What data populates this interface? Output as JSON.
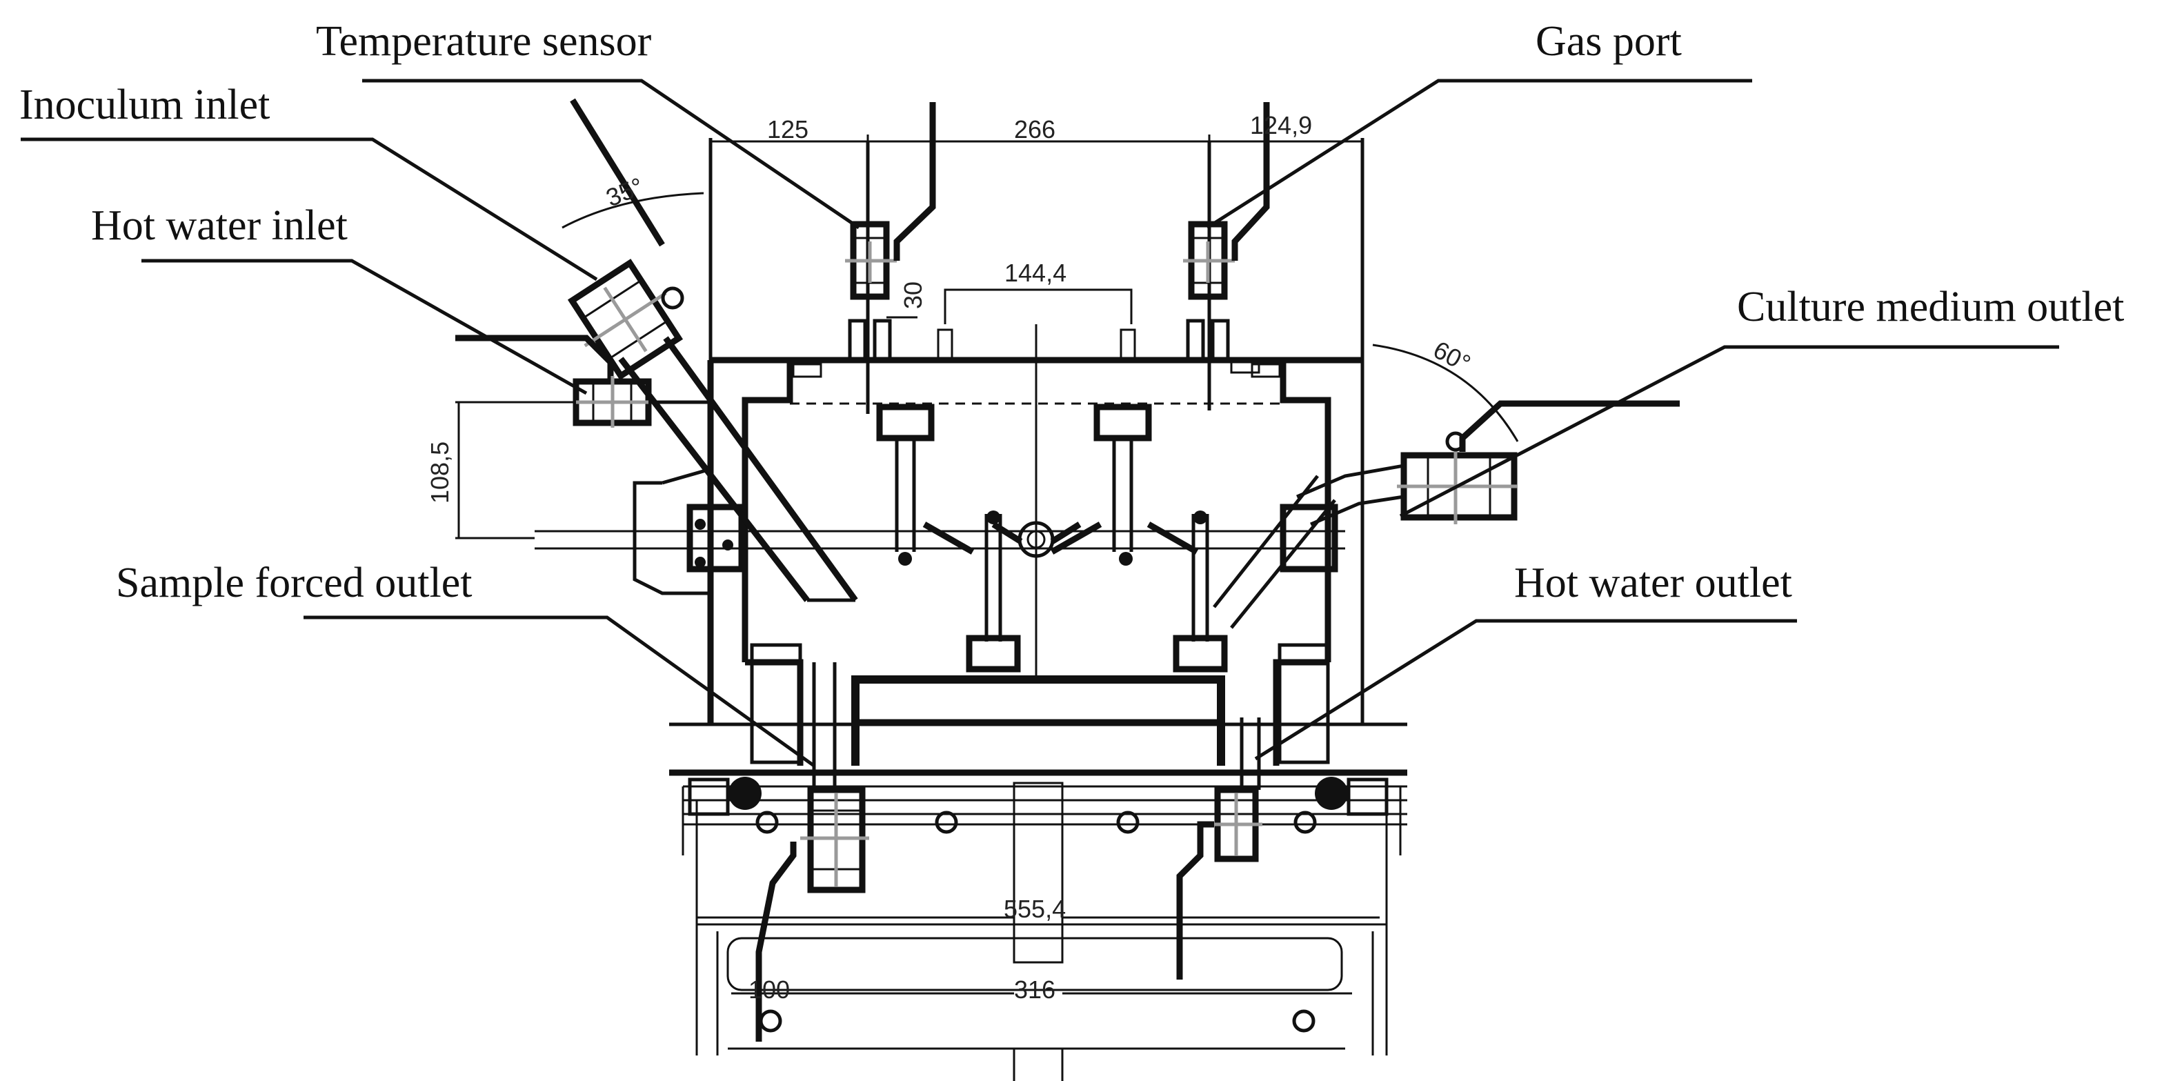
{
  "labels": {
    "temperature_sensor": "Temperature sensor",
    "gas_port": "Gas port",
    "inoculum_inlet": "Inoculum inlet",
    "hot_water_inlet": "Hot water inlet",
    "culture_medium_outlet": "Culture medium outlet",
    "sample_forced_outlet": "Sample forced outlet",
    "hot_water_outlet": "Hot water outlet"
  },
  "dimensions": {
    "d125": "125",
    "d266": "266",
    "d124_9": "124,9",
    "d144_4": "144,4",
    "d30": "30",
    "d108_5": "108,5",
    "d555_4": "555,4",
    "d100": "100",
    "d316": "316",
    "a35": "35°",
    "a60": "60°"
  }
}
